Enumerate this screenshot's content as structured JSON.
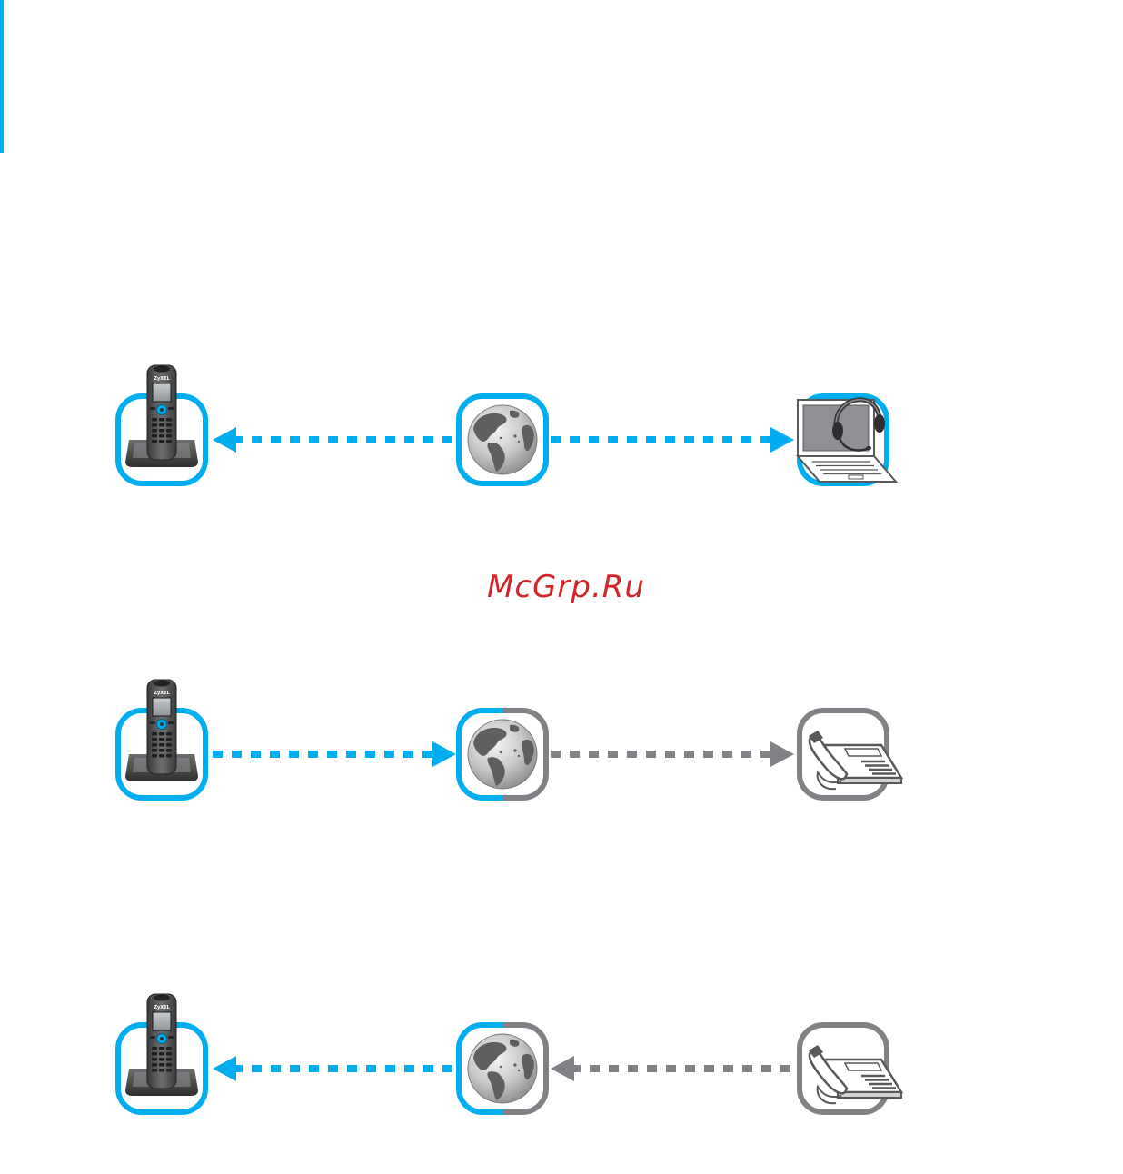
{
  "watermark": {
    "text": "McGrp.Ru",
    "color": "#d0262c"
  },
  "colors": {
    "accent_blue": "#00aeef",
    "gray": "#808285",
    "dark_gray": "#58595b",
    "background": "#ffffff"
  },
  "handset": {
    "brand_text": "ZyXEL"
  },
  "rows": [
    {
      "id": "row-1",
      "left_device": "cordless-phone-icon",
      "middle_device": "globe-icon",
      "right_device": "laptop-headset-icon",
      "left_link": {
        "color": "blue",
        "arrow": "left"
      },
      "right_link": {
        "color": "blue",
        "arrow": "right"
      },
      "globe_frame": "blue",
      "right_frame": "blue"
    },
    {
      "id": "row-2",
      "left_device": "cordless-phone-icon",
      "middle_device": "globe-icon",
      "right_device": "desk-phone-icon",
      "left_link": {
        "color": "blue",
        "arrow": "right"
      },
      "right_link": {
        "color": "gray",
        "arrow": "right"
      },
      "globe_frame": "blue-gray",
      "right_frame": "gray"
    },
    {
      "id": "row-3",
      "left_device": "cordless-phone-icon",
      "middle_device": "globe-icon",
      "right_device": "desk-phone-icon",
      "left_link": {
        "color": "blue",
        "arrow": "left"
      },
      "right_link": {
        "color": "gray",
        "arrow": "left"
      },
      "globe_frame": "blue-gray",
      "right_frame": "gray"
    }
  ]
}
